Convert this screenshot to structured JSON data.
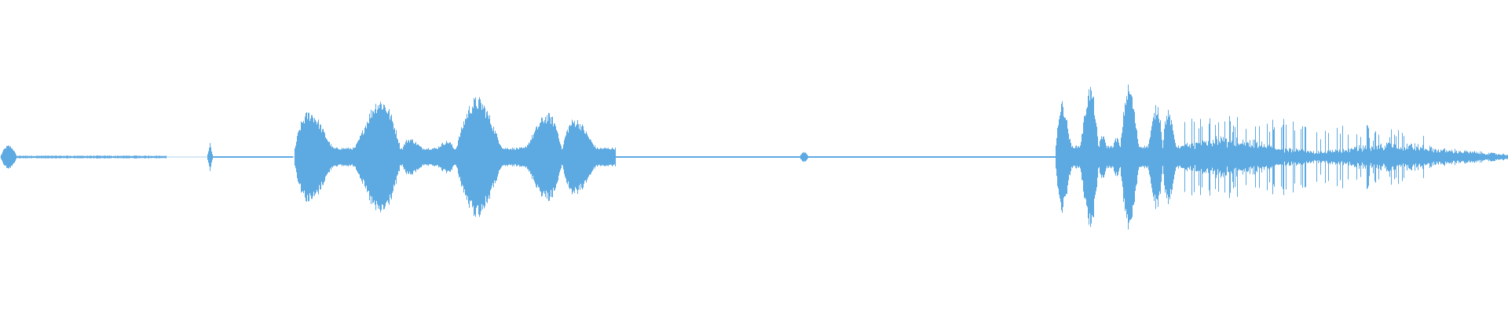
{
  "waveform": {
    "color": "#5DA9E1",
    "background": "#FFFFFF",
    "samples": 1920,
    "segments": [
      {
        "name": "onset-blip",
        "start": 0.0,
        "end": 0.011,
        "amplitude": 0.09,
        "shape": "blip"
      },
      {
        "name": "quiet-tail-1",
        "start": 0.011,
        "end": 0.11,
        "amplitude": 0.012,
        "shape": "flat"
      },
      {
        "name": "click-1",
        "start": 0.137,
        "end": 0.141,
        "amplitude": 0.11,
        "shape": "spike"
      },
      {
        "name": "quiet-gap-1",
        "start": 0.141,
        "end": 0.194,
        "amplitude": 0.004,
        "shape": "flat"
      },
      {
        "name": "speech-phrase-1",
        "start": 0.195,
        "end": 0.408,
        "amplitude": 0.48,
        "shape": "syllables"
      },
      {
        "name": "quiet-gap-2",
        "start": 0.408,
        "end": 0.53,
        "amplitude": 0.005,
        "shape": "flat"
      },
      {
        "name": "click-2",
        "start": 0.53,
        "end": 0.536,
        "amplitude": 0.04,
        "shape": "blip"
      },
      {
        "name": "quiet-gap-3",
        "start": 0.536,
        "end": 0.7,
        "amplitude": 0.005,
        "shape": "flat"
      },
      {
        "name": "speech-phrase-2",
        "start": 0.7,
        "end": 0.785,
        "amplitude": 0.58,
        "shape": "syllables"
      },
      {
        "name": "noise-bursts",
        "start": 0.785,
        "end": 0.95,
        "amplitude": 0.35,
        "shape": "bursts"
      },
      {
        "name": "decay-tail",
        "start": 0.95,
        "end": 1.0,
        "amplitude": 0.08,
        "shape": "decay"
      }
    ]
  }
}
